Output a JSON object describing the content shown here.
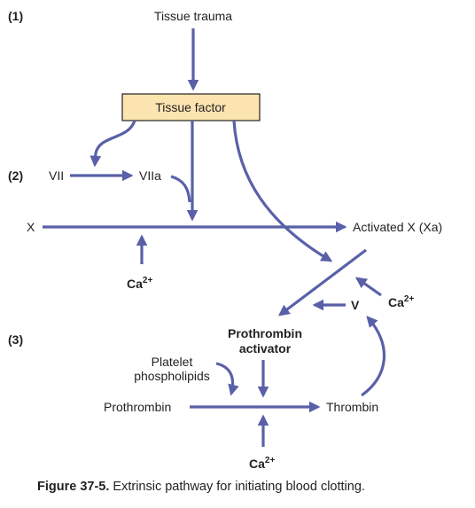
{
  "steps": {
    "step1": "(1)",
    "step2": "(2)",
    "step3": "(3)"
  },
  "nodes": {
    "tissue_trauma": "Tissue trauma",
    "tissue_factor": "Tissue factor",
    "vii": "VII",
    "viia": "VIIa",
    "x": "X",
    "activated_x": "Activated X (Xa)",
    "v": "V",
    "prothrombin_activator_line1": "Prothrombin",
    "prothrombin_activator_line2": "activator",
    "platelet_line1": "Platelet",
    "platelet_line2": "phospholipids",
    "prothrombin": "Prothrombin",
    "thrombin": "Thrombin"
  },
  "calcium": {
    "base": "Ca",
    "charge": "2+"
  },
  "caption": {
    "figure_label": "Figure 37-5.",
    "text": "Extrinsic pathway for initiating blood clotting."
  },
  "colors": {
    "arrow": "#5a60a8",
    "box_fill": "#fbe4b0",
    "text": "#231f20"
  }
}
